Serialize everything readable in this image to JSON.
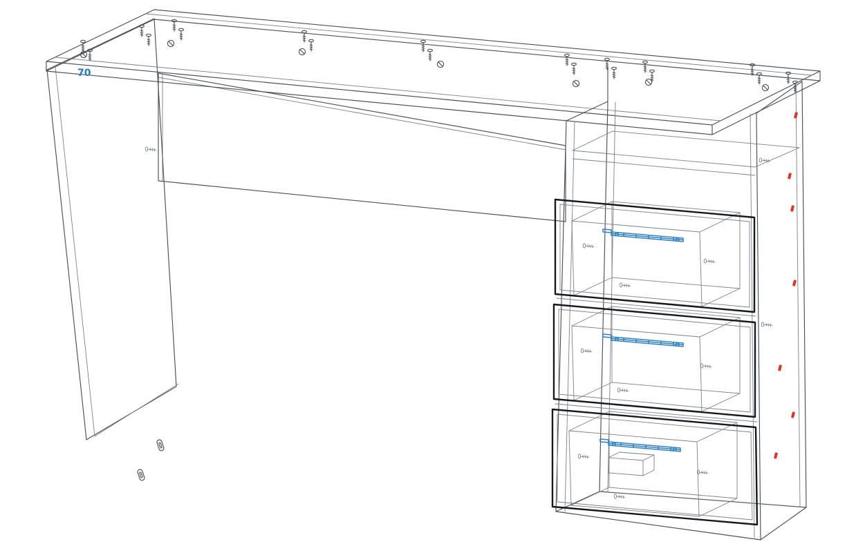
{
  "document": {
    "type": "3d-wireframe-assembly-drawing",
    "subject": "desk with three-drawer pedestal",
    "background": "#ffffff"
  },
  "annotations": {
    "dimension_label": "70"
  },
  "colors": {
    "line": "#78808a",
    "line_strong": "#4a5058",
    "outline_bold": "#16191d",
    "slide_blue": "#2e7fc1",
    "marker_red": "#e03426",
    "label_blue": "#2577c8"
  },
  "parts": [
    "tabletop",
    "left-side-panel",
    "back-panel",
    "pedestal-carcass",
    "pedestal-top-shelf",
    "drawer-front-1",
    "drawer-front-2",
    "drawer-front-3",
    "drawer-box-1",
    "drawer-box-2",
    "drawer-box-3",
    "drawer-slide-1",
    "drawer-slide-2",
    "drawer-slide-3",
    "support-block",
    "foot-glides",
    "screws",
    "cam-locks",
    "position-markers"
  ],
  "drawers": {
    "count": 3
  }
}
